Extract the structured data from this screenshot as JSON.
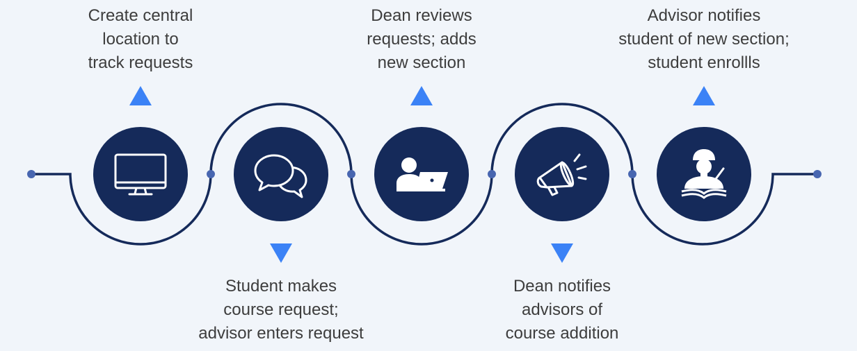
{
  "colors": {
    "node_fill": "#152a5a",
    "line": "#152a5a",
    "dot": "#4866b0",
    "arrow": "#3b82f6",
    "icon": "#ffffff",
    "text": "#3d3d3d",
    "background": "#f1f5fa"
  },
  "steps": [
    {
      "icon": "monitor-icon",
      "position": "top",
      "label": "Create central\nlocation to\ntrack requests"
    },
    {
      "icon": "chat-bubbles-icon",
      "position": "bottom",
      "label": "Student makes\ncourse request;\nadvisor enters request"
    },
    {
      "icon": "person-laptop-icon",
      "position": "top",
      "label": "Dean reviews\nrequests; adds\nnew section"
    },
    {
      "icon": "megaphone-icon",
      "position": "bottom",
      "label": "Dean notifies\nadvisors of\ncourse addition"
    },
    {
      "icon": "student-reading-icon",
      "position": "top",
      "label": "Advisor notifies\nstudent of new section;\nstudent enrollls"
    }
  ]
}
